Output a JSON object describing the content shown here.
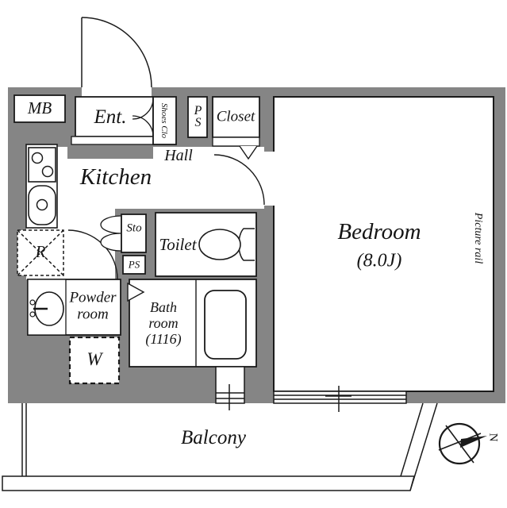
{
  "floorplan": {
    "rooms": {
      "mb": {
        "label": "MB"
      },
      "entrance": {
        "label": "Ent."
      },
      "shoes_closet": {
        "label": "Shoes Clo"
      },
      "pipe_space_top": {
        "label": "PS"
      },
      "closet": {
        "label": "Closet"
      },
      "hall": {
        "label": "Hall"
      },
      "kitchen": {
        "label": "Kitchen"
      },
      "storage": {
        "label": "Sto"
      },
      "toilet": {
        "label": "Toilet"
      },
      "refrigerator_space": {
        "label": "R"
      },
      "pipe_space_lower": {
        "label": "PS"
      },
      "powder_room": {
        "label": "Powder room"
      },
      "washer_space": {
        "label": "W"
      },
      "bathroom": {
        "label": "Bath room (1116)"
      },
      "bedroom": {
        "label": "Bedroom",
        "size": "(8.0J)"
      },
      "balcony": {
        "label": "Balcony"
      }
    },
    "annotations": {
      "picture_rail": "Picture rail",
      "compass_north": "N"
    },
    "colors": {
      "wall": "#858585",
      "line": "#1a1a1a",
      "background": "#ffffff"
    }
  }
}
